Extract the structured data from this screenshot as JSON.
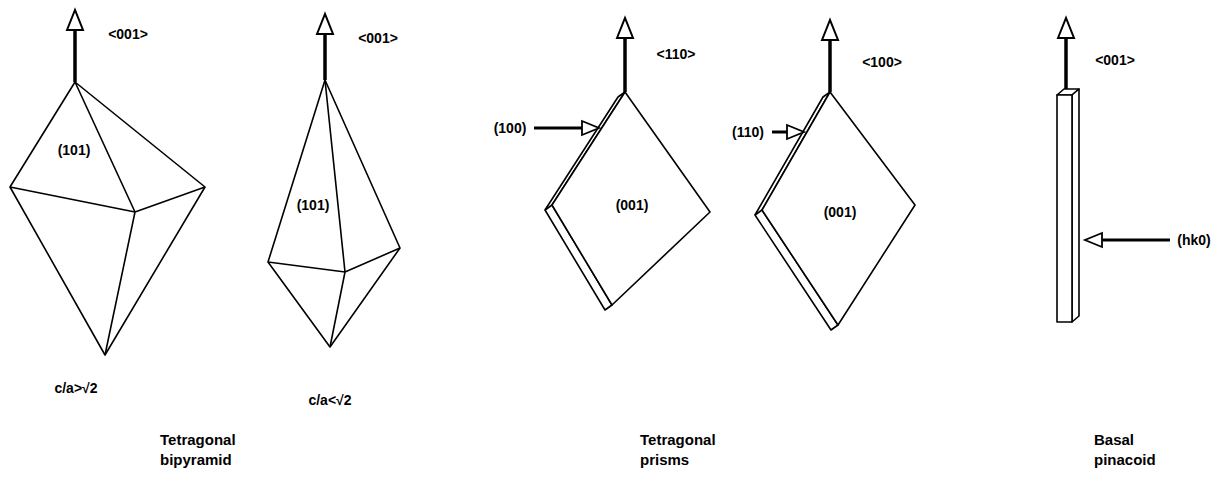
{
  "diagram": {
    "labels": [
      "<001>",
      "(101)",
      "c/a>√2",
      "<001>",
      "(101)",
      "c/a<√2",
      "Tetragonal bipyramid",
      "<110>",
      "(100)",
      "(001)",
      "<100>",
      "(110)",
      "(001)",
      "Tetragonal prisms",
      "<001>",
      "(hk0)",
      "Basal pinacoid"
    ]
  }
}
